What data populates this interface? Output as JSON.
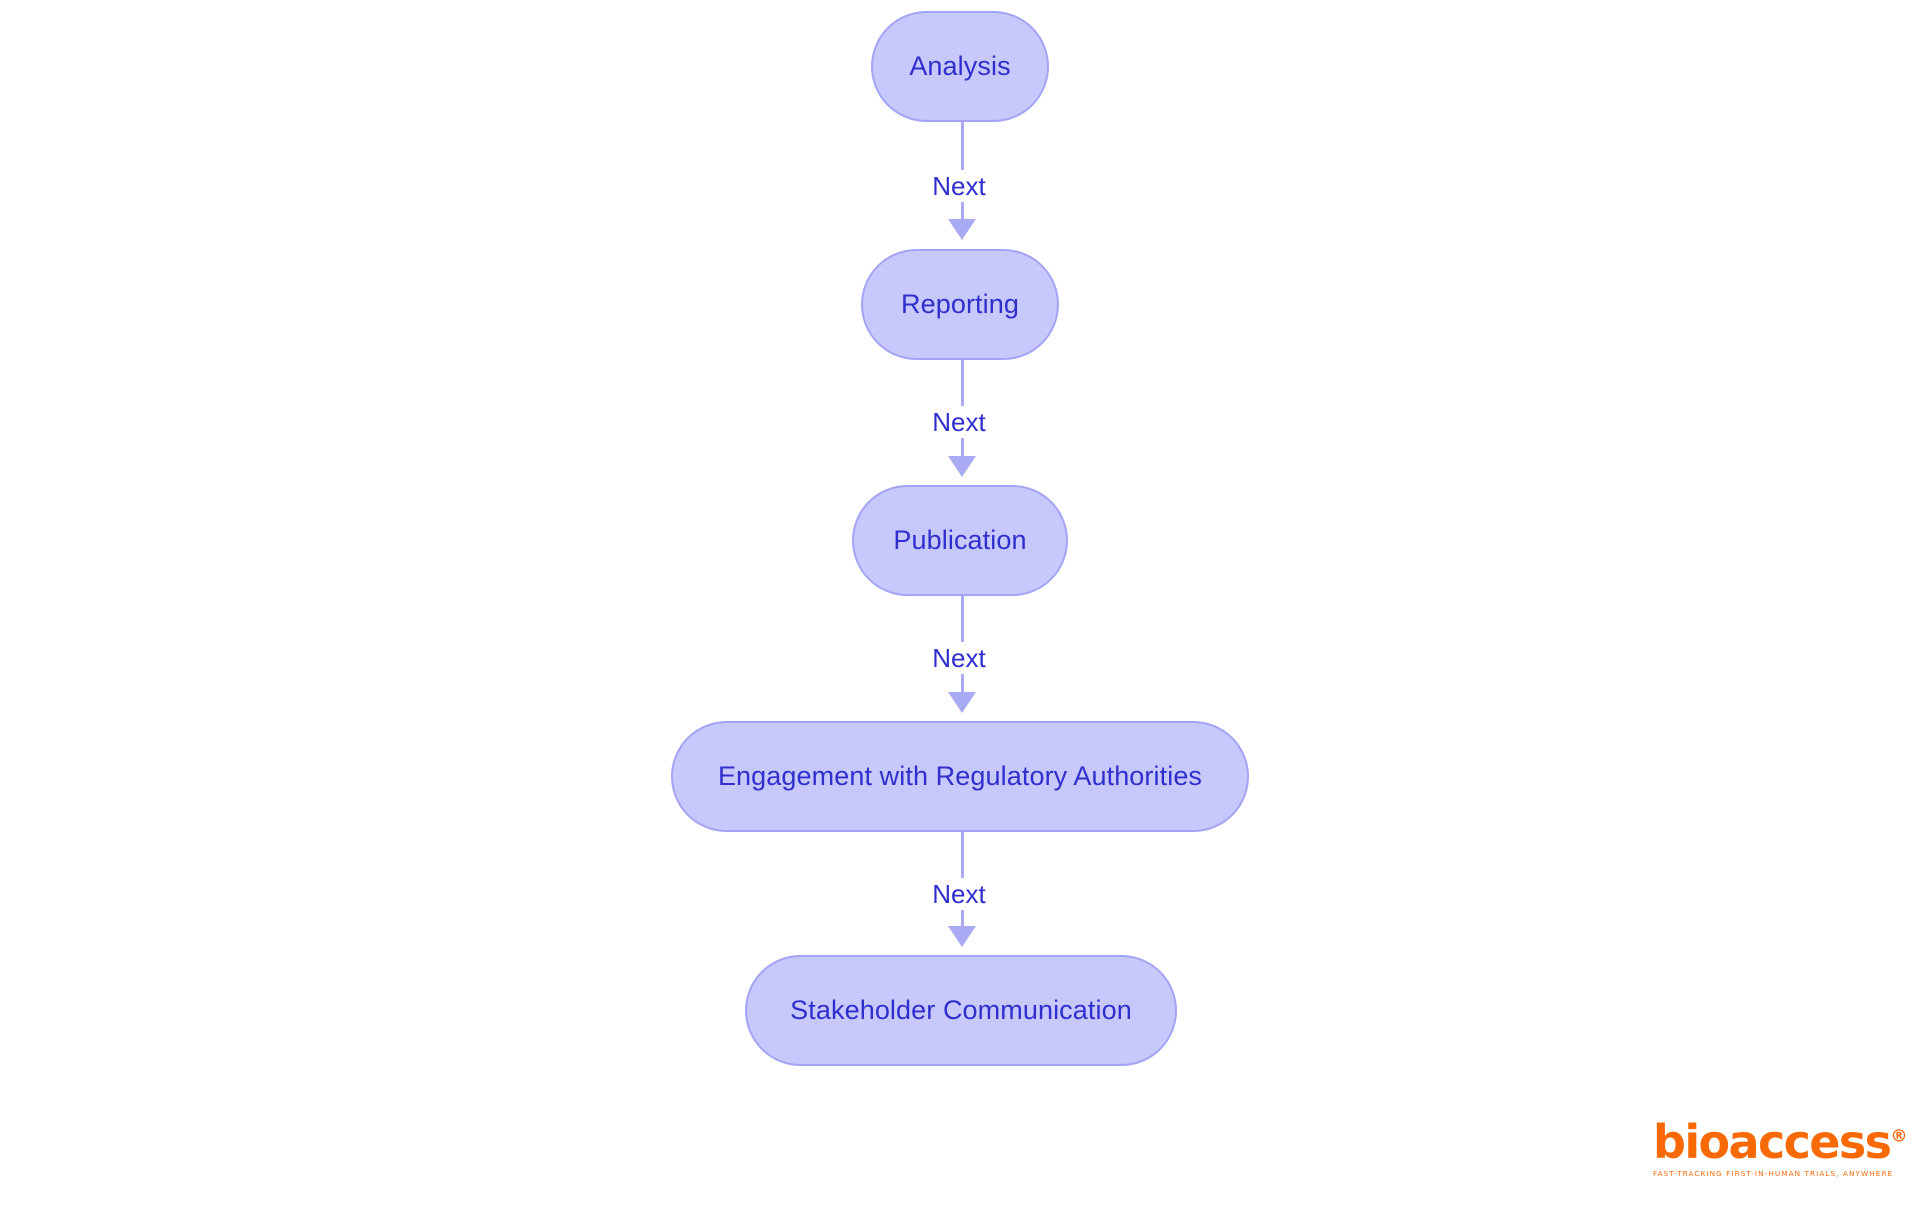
{
  "diagram": {
    "type": "flowchart",
    "orientation": "top-to-bottom",
    "background_color": "#ffffff",
    "node_fill_color": "#c7c8fc",
    "node_border_color": "#a3a4f5",
    "node_text_color": "#2f2fcd",
    "edge_color": "#a9aaf4",
    "edge_label_color": "#2f2fcd",
    "nodes": [
      {
        "id": "analysis",
        "label": "Analysis"
      },
      {
        "id": "reporting",
        "label": "Reporting"
      },
      {
        "id": "publication",
        "label": "Publication"
      },
      {
        "id": "engagement",
        "label": "Engagement with Regulatory Authorities"
      },
      {
        "id": "stakeholder",
        "label": "Stakeholder Communication"
      }
    ],
    "edges": [
      {
        "from": "analysis",
        "to": "reporting",
        "label": "Next"
      },
      {
        "from": "reporting",
        "to": "publication",
        "label": "Next"
      },
      {
        "from": "publication",
        "to": "engagement",
        "label": "Next"
      },
      {
        "from": "engagement",
        "to": "stakeholder",
        "label": "Next"
      }
    ]
  },
  "brand": {
    "wordmark": "bioaccess",
    "registered_mark": "®",
    "tagline": "FAST-TRACKING FIRST-IN-HUMAN TRIALS, ANYWHERE",
    "color": "#f96a07"
  }
}
